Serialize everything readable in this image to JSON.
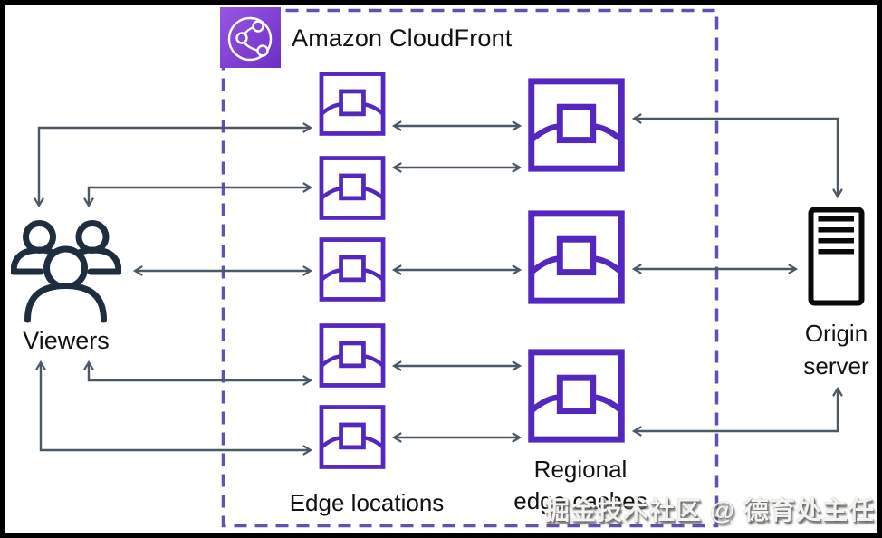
{
  "cloudfront": {
    "label": "Amazon CloudFront"
  },
  "viewers": {
    "label": "Viewers"
  },
  "edge": {
    "label": "Edge locations",
    "count": 5
  },
  "regional": {
    "lines": [
      "Regional",
      "edge caches"
    ],
    "count": 3
  },
  "origin": {
    "lines": [
      "Origin",
      "server"
    ]
  },
  "watermark": {
    "text": "掘金技术社区 @ 德育处主任"
  },
  "colors": {
    "node_purple": "#5428C0",
    "boundary_dashed": "#6450B4",
    "arrow_gray": "#4C5863",
    "viewers_navy": "#1F2E3E",
    "origin_black": "#0A0A0A",
    "cloudfront_gradient_start": "#9757E4",
    "cloudfront_gradient_end": "#6D2EC4",
    "label_text": "#111111",
    "watermark_white": "#F5F3F0"
  }
}
